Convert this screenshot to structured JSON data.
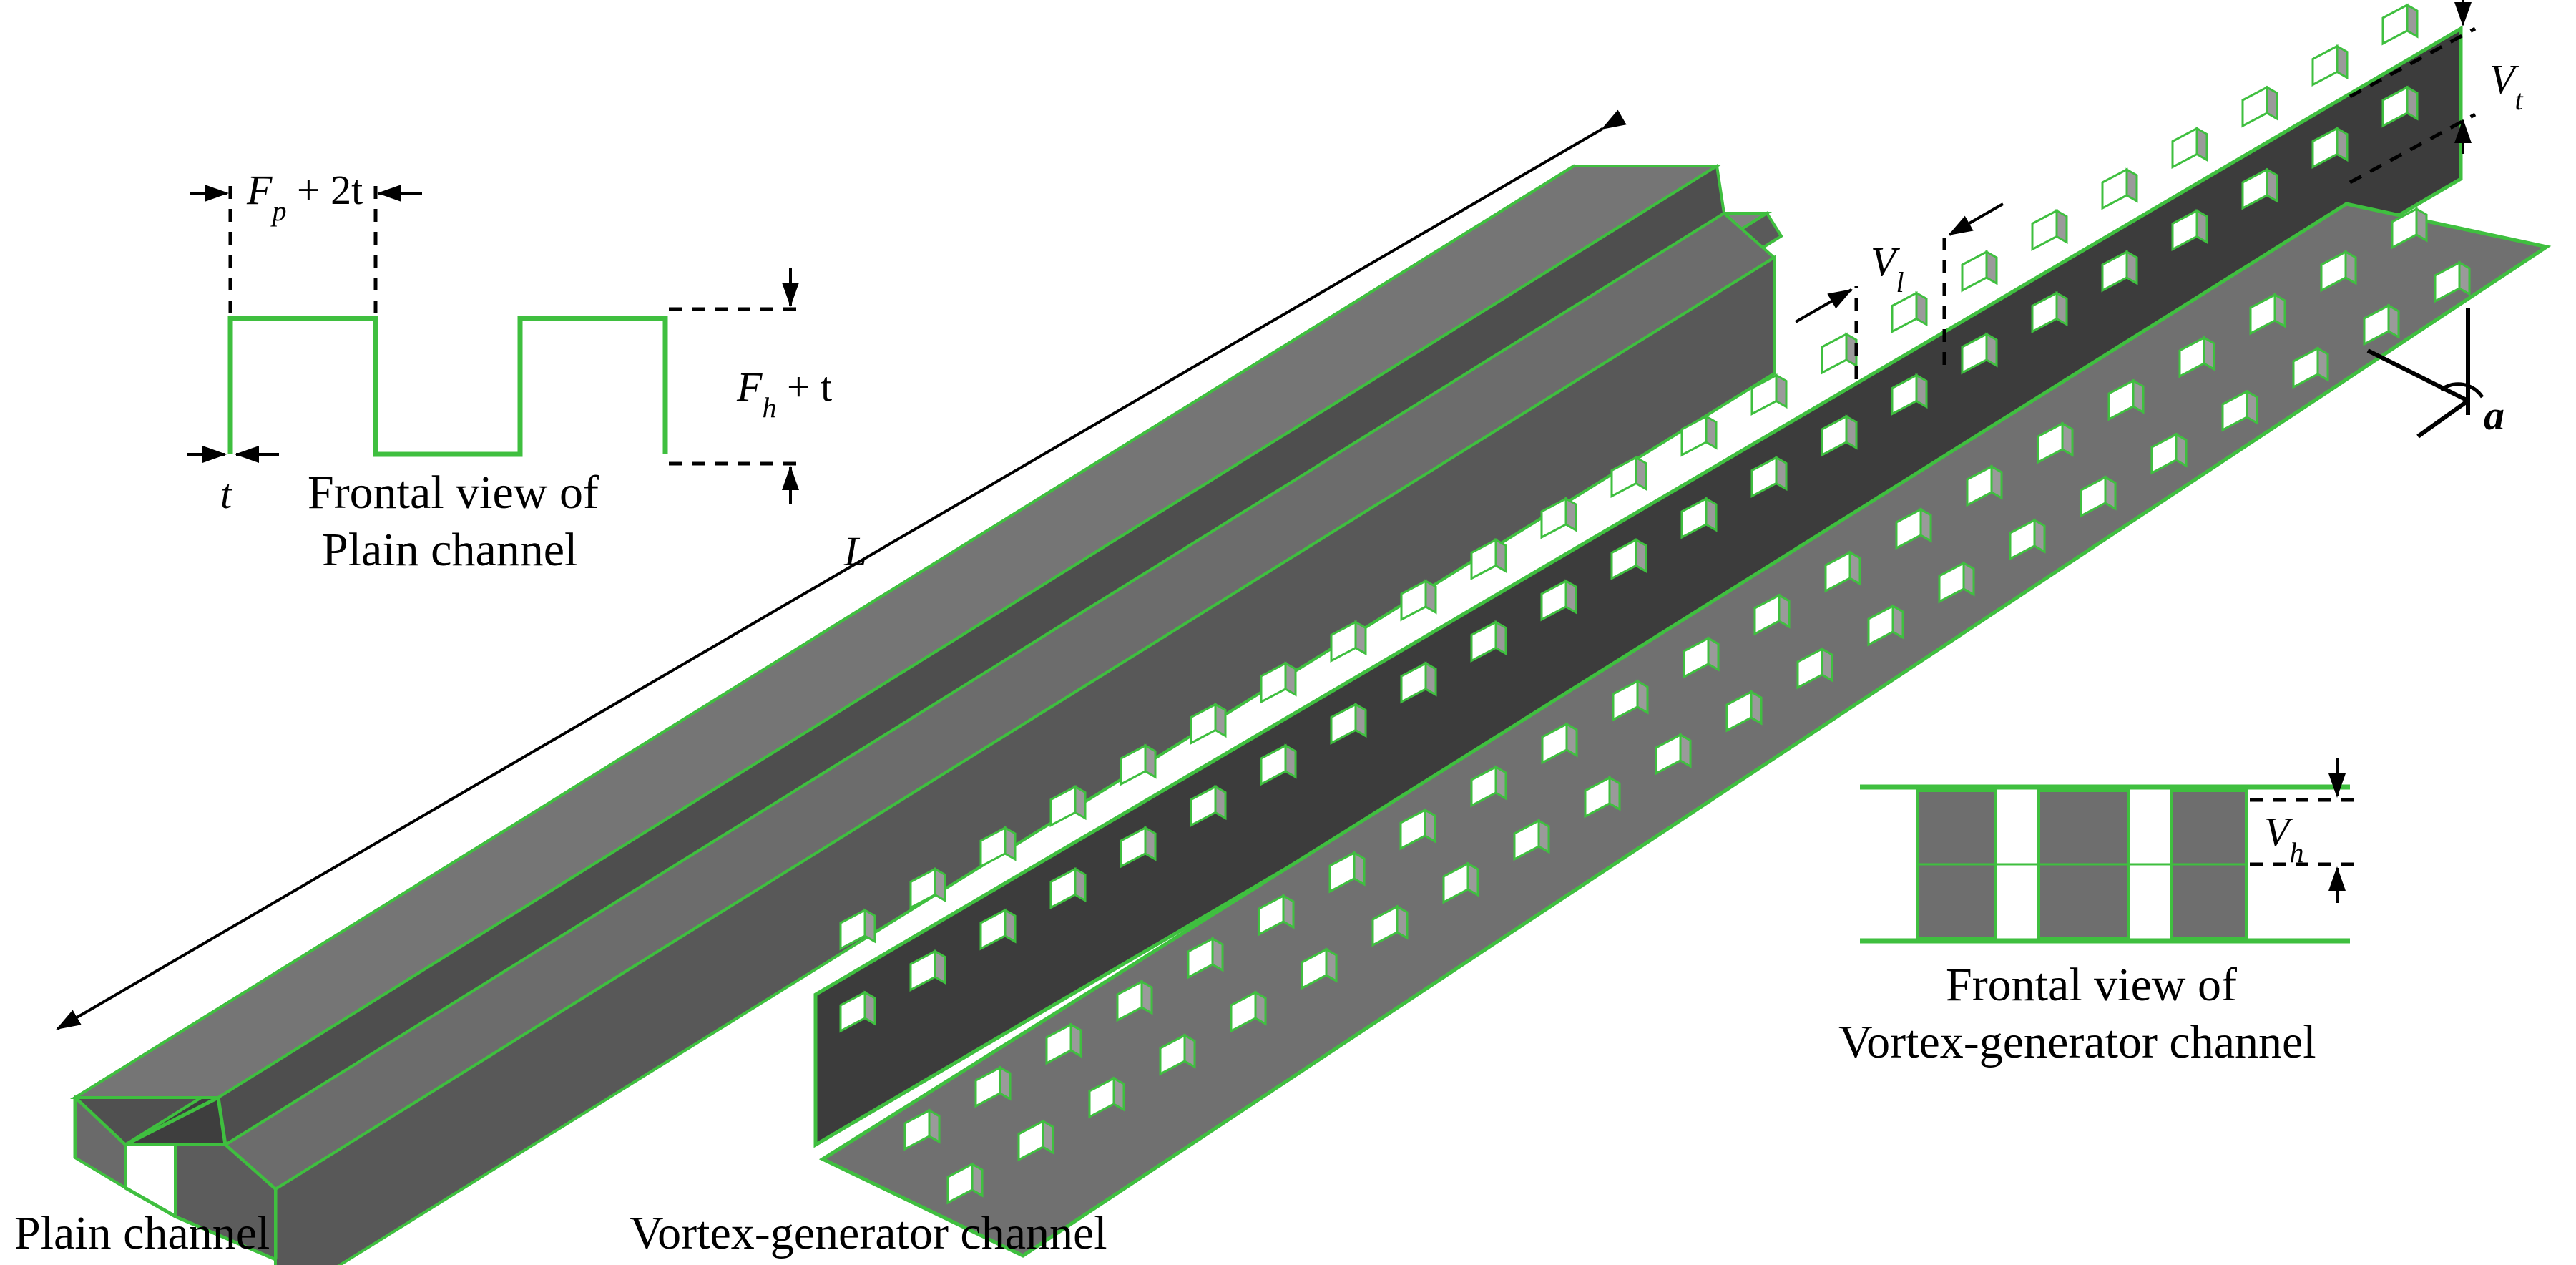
{
  "colors": {
    "edge": "#3fbf3f",
    "face_dark": "#4a4a4a",
    "face_mid": "#6e6e6e",
    "face_top": "#808080",
    "background": "#ffffff"
  },
  "labels": {
    "plain_channel": "Plain channel",
    "vortex_channel": "Vortex-generator channel",
    "length": "L",
    "frontal_plain_line1": "Frontal view of",
    "frontal_plain_line2": "Plain channel",
    "frontal_vortex_line1": "Frontal view of",
    "frontal_vortex_line2": "Vortex-generator channel",
    "fin_pitch": "F",
    "fin_pitch_sub": "p",
    "fin_pitch_tail": " + 2t",
    "fin_height": "F",
    "fin_height_sub": "h",
    "fin_height_tail": " + t",
    "thickness": "t",
    "vg_transverse": "V",
    "vg_transverse_sub": "t",
    "vg_longitudinal": "V",
    "vg_longitudinal_sub": "l",
    "vg_height": "V",
    "vg_height_sub": "h",
    "angle": "a"
  }
}
